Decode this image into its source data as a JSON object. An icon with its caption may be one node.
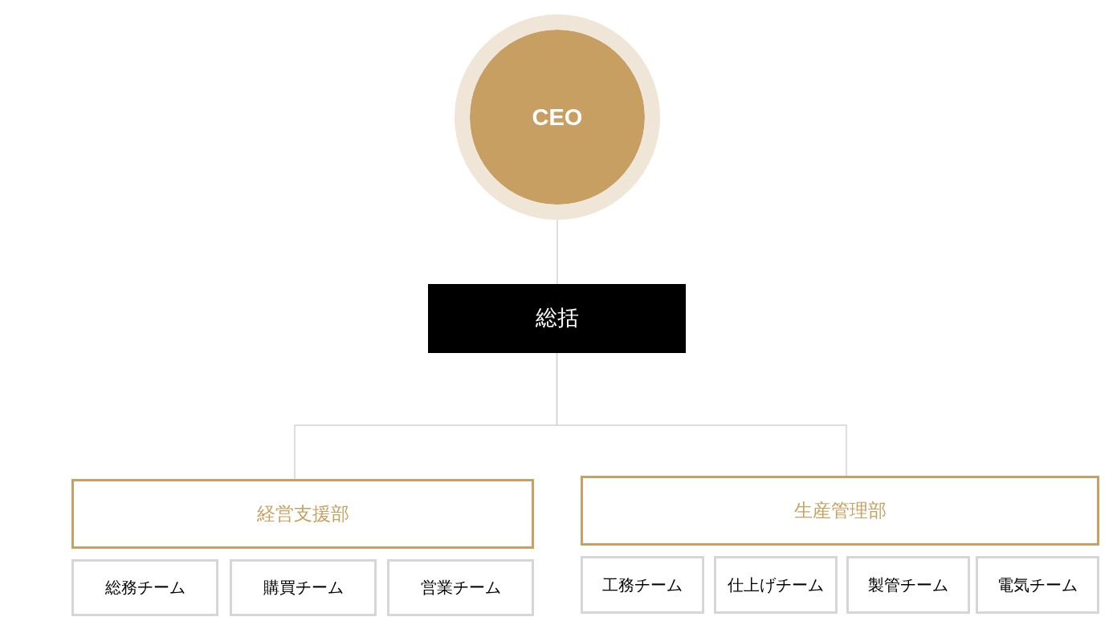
{
  "diagram": {
    "nodes": [
      {
        "text": [
          "CEO"
        ]
      },
      {
        "text": [
          "総括"
        ]
      },
      {
        "text": [
          "経営支援部"
        ]
      },
      {
        "text": [
          "生産管理部"
        ]
      },
      {
        "text": [
          "総務チーム"
        ]
      },
      {
        "text": [
          "購買チーム"
        ]
      },
      {
        "text": [
          "営業チーム"
        ]
      },
      {
        "text": [
          "工務チーム"
        ]
      },
      {
        "text": [
          "仕上げチーム"
        ]
      },
      {
        "text": [
          "製管チーム"
        ]
      },
      {
        "text": [
          "電気チーム"
        ]
      }
    ],
    "edges": [
      {
        "from": 0,
        "to": 1,
        "arrow": "none"
      },
      {
        "from": 1,
        "to": 2,
        "arrow": "none"
      },
      {
        "from": 1,
        "to": 3,
        "arrow": "none"
      }
    ]
  }
}
